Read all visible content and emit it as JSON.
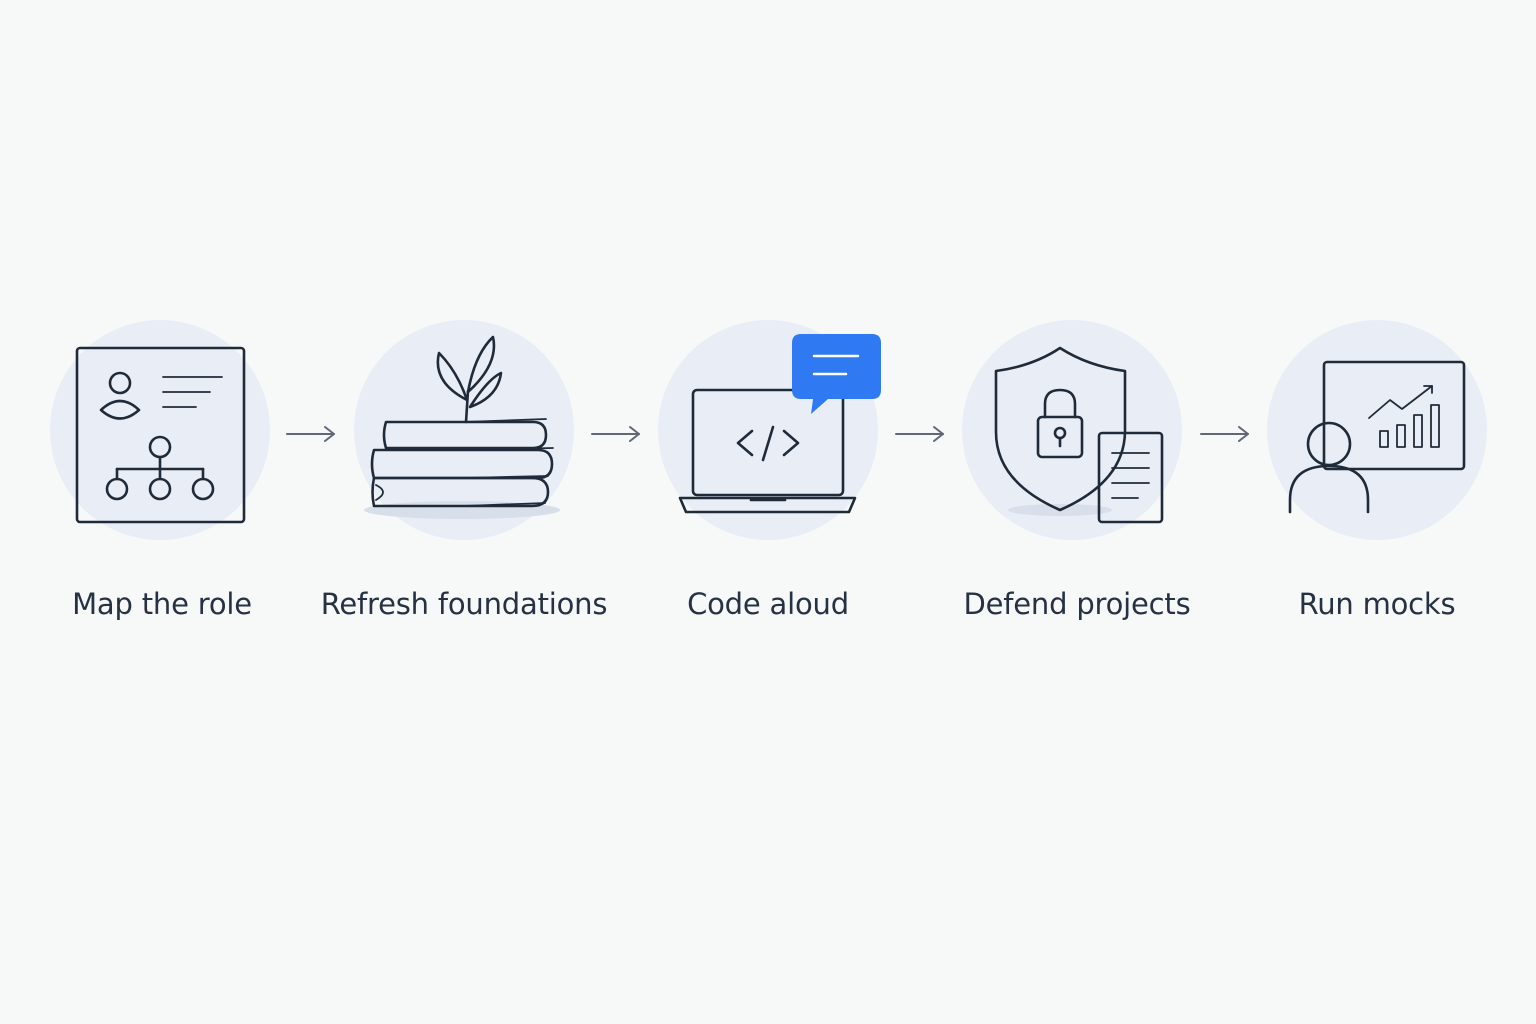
{
  "steps": [
    {
      "label": "Map the role",
      "icon": "org-chart-profile-icon"
    },
    {
      "label": "Refresh foundations",
      "icon": "books-sprout-icon"
    },
    {
      "label": "Code aloud",
      "icon": "laptop-code-chat-icon"
    },
    {
      "label": "Defend projects",
      "icon": "shield-lock-document-icon"
    },
    {
      "label": "Run mocks",
      "icon": "presenter-chart-icon"
    }
  ],
  "connectors": [
    "arrow-right-icon",
    "arrow-right-icon",
    "arrow-right-icon",
    "arrow-right-icon"
  ],
  "colors": {
    "background": "#f7f8f8",
    "circle": "#e9eef6",
    "stroke": "#202b3a",
    "accent": "#2f7af2",
    "text": "#263244",
    "arrow": "#5f6877"
  }
}
